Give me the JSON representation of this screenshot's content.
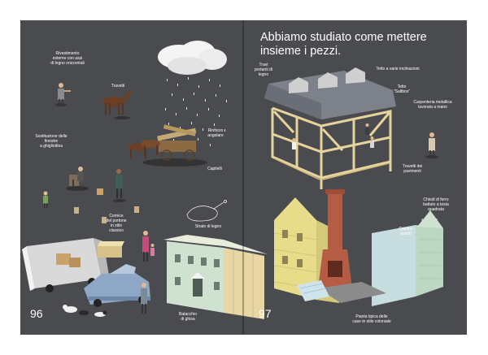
{
  "headline": "Abbiamo studiato come mettere insieme i pezzi.",
  "page_numbers": {
    "left": "96",
    "right": "97"
  },
  "labels": {
    "rivestimento": "Rivestimento\nesterno con assi\ndi legno orizzontali",
    "travetti": "Travetti",
    "sostituzione": "Sostituzione delle\nfinestre\na ghigliottina",
    "rinforzo": "Rinforzo\nangolare",
    "capitelli": "Capitelli",
    "cornice": "Cornice\ndel portone\nin stile\nclassico",
    "strato": "Strato di legno",
    "batacchio": "Batacchio\ndi ghisa",
    "travi_portanti": "Travi\nportanti di\nlegno",
    "tetto_inclinazioni": "Tetto a varie inclinazioni",
    "tetto_saltbox": "Tetto\n\"Saltbox\"",
    "carpenteria": "Carpenteria metallica\nlavorata a mano",
    "travetti_pavimenti": "Travetti dei\npavimenti",
    "chiodi": "Chiodi di ferro\nbattuto a testa\nquadrata",
    "camino": "Camino\naperto",
    "pianta": "Pianta tipica delle\ncase in stile coloniale"
  },
  "colors": {
    "page_background": "#4a4b4f",
    "text": "#ffffff",
    "timber": "#e7d49c",
    "brick": "#b55d44",
    "roof": "#7d8189",
    "house_yellow": "#e6dc8a",
    "house_green": "#bcd7c2",
    "house_blue": "#c8dde0"
  }
}
